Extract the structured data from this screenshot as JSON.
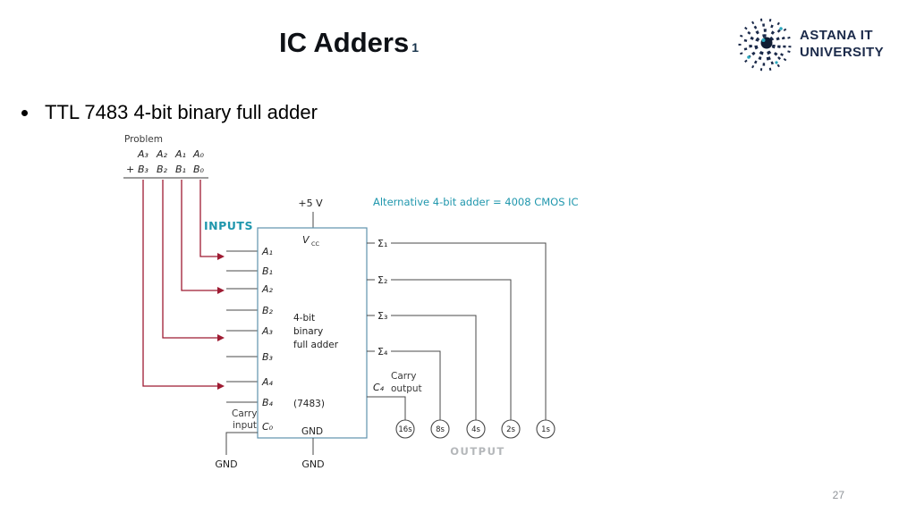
{
  "slide": {
    "title": "IC Adders",
    "title_footnote": "1",
    "bullet": "TTL 7483 4-bit binary full adder",
    "page_number": "27"
  },
  "logo": {
    "line1": "ASTANA IT",
    "line2": "UNIVERSITY"
  },
  "colors": {
    "accent_teal": "#2097ad",
    "wire_red": "#9e1b32",
    "brand_navy": "#1b2a4a",
    "chip_outline": "#5f93ad"
  },
  "diagram": {
    "problem_label": "Problem",
    "plus_sign": "+",
    "row_a": [
      "A₃",
      "A₂",
      "A₁",
      "A₀"
    ],
    "row_b": [
      "B₃",
      "B₂",
      "B₁",
      "B₀"
    ],
    "inputs_label": "INPUTS",
    "supply_label": "+5 V",
    "alternative_note": "Alternative 4-bit adder = 4008 CMOS IC",
    "vcc_label": {
      "v": "V",
      "sub": "CC"
    },
    "left_pins": [
      "A₁",
      "B₁",
      "A₂",
      "B₂",
      "A₃",
      "B₃",
      "A₄",
      "B₄"
    ],
    "carry_in_pin": "C₀",
    "chip_name": [
      "4-bit",
      "binary",
      "full adder"
    ],
    "chip_part": "(7483)",
    "chip_gnd": "GND",
    "sum_pins": [
      "Σ₁",
      "Σ₂",
      "Σ₃",
      "Σ₄"
    ],
    "carry_out_pin": "C₄",
    "carry_output_label": {
      "line1": "Carry",
      "line2": "output"
    },
    "carry_input_label": {
      "line1": "Carry",
      "line2": "input"
    },
    "output_circles": [
      "16s",
      "8s",
      "4s",
      "2s",
      "1s"
    ],
    "output_label": "OUTPUT",
    "gnd_left": "GND",
    "gnd_center": "GND"
  }
}
